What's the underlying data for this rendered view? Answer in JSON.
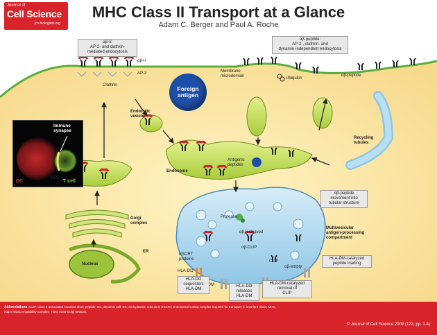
{
  "header": {
    "journal_small": "Journal of",
    "journal_name": "Cell Science",
    "journal_url": "jcs.biologists.org",
    "title": "MHC Class II Transport at a Glance",
    "authors": "Adam C. Berger and Paul A. Roche"
  },
  "labels": {
    "ab_ii_box": "αβ-Ii:\nAP-2- and clathrin-\nmediated endocytosis",
    "ab_ii_small": "αβ-Ii",
    "ap2": "AP-2",
    "clathrin": "Clathrin",
    "foreign_antigen": "Foreign\nantigen",
    "membrane_microdomain": "Membrane\nmicrodomain",
    "ubiquitin": "Ubiquitin",
    "ab_peptide_box": "αβ-peptide:\nAP-2-, clathrin- and\ndynamin-independent endocytosis",
    "ab_peptide": "αβ-peptide",
    "immune_synapse": "Immune\nsynapse",
    "dc": "DC",
    "t_cell": "T cell",
    "endocytic_vesicle": "Endocytic\nvesicle",
    "recycling_tubules": "Recycling\ntubules",
    "endosome": "Endosome",
    "antigenic_peptides": "Antigenic\npeptides",
    "tgn": "TGN",
    "golgi_complex": "Golgi\ncomplex",
    "er": "ER",
    "nucleus": "Nucleus",
    "ab_peptide_movement": "αβ-peptide\nmovement into\ntubular structure",
    "protease": "Protease",
    "ab_ii_cleaved": "αβ-Ii cleaved",
    "mvb": "Multivesicular\nantigen-processing\ncompartment",
    "escrt": "ESCRT\nproteins",
    "ab_clip": "αβ-CLIP",
    "clip": "CLIP",
    "ab_empty": "αβ-empty",
    "hla_do": "HLA-DO",
    "hla_dm": "HLA-DM",
    "hla_do_seq": "HLA-DO\nsequesters\nHLA-DM",
    "hla_do_rel": "HLA-DO\nreleases\nHLA-DM",
    "hla_dm_clip": "HLA-DM-catalyzed\nremoval of\nCLIP",
    "hla_dm_load": "HLA-DM-catalyzed\npeptide loading"
  },
  "footer": {
    "abbreviations_title": "Abbreviations:",
    "abbreviations_text": "CLIP, class II-associated invariant chain peptide; DC, dendritic cell; ER, endoplasmic reticulum; ESCRT, endosomal sorting complex required for transport; Ii, invariant chain; MHC, major histocompatibility complex; TGN, trans-Golgi network.",
    "copyright": "© Journal of Cell Science 2009 (122, pp. 1-4)"
  },
  "colors": {
    "brand_red": "#d8232a",
    "cytoplasm": "#fbe7a6",
    "plasma_membrane": "#5cae3c",
    "organelle_fill": "#c8e06a",
    "mvb_fill": "#b8dcf0",
    "antigen_blue": "#1e4fa8",
    "mhc_red": "#d0202a"
  },
  "icons": [
    "mhc-class-ii-icon",
    "clathrin-icon",
    "ubiquitin-icon",
    "protease-icon",
    "hla-dm-icon",
    "hla-do-icon",
    "peptide-icon"
  ]
}
